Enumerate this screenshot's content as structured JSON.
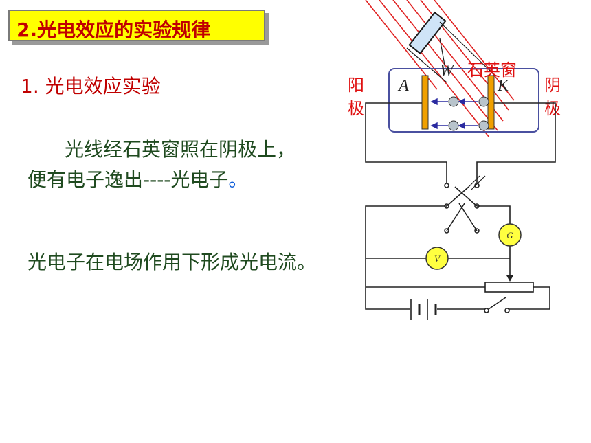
{
  "title": "2.光电效应的实验规律",
  "heading": "1.  光电效应实验",
  "paragraph1_line1": "光线经石英窗照在阴极上，",
  "paragraph1_line2": "便有电子逸出----光电子",
  "paragraph1_end": "。",
  "paragraph2": "光电子在电场作用下形成光电流。",
  "diagram": {
    "anode_label_top": "阳",
    "anode_label_bottom": "极",
    "cathode_label_top": "阴",
    "cathode_label_bottom": "极",
    "quartz_window_label": "石英窗",
    "anode_letter": "A",
    "cathode_letter": "K",
    "window_letter": "W",
    "galvanometer_letter": "G",
    "voltmeter_letter": "V",
    "colors": {
      "wire": "#222222",
      "tube_border": "#4a50a0",
      "light_rays": "#e02020",
      "electrode": "#f0a000",
      "meter_fill": "#ffff40",
      "arrow": "#2a2aa0"
    }
  }
}
